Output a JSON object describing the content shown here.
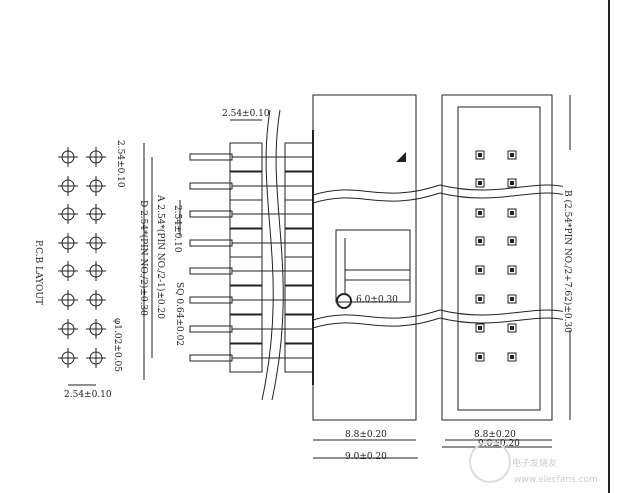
{
  "pcb_layout": {
    "title": "P.C.B LAYOUT",
    "pitch_v": "2.54±0.10",
    "pitch_h": "2.54±0.10",
    "hole_dia": "φ1.02±0.05"
  },
  "side_view": {
    "pitch_top": "2.54±0.10",
    "pitch_mid": "2.54±0.10",
    "dim_a": "A  2.54*(PIN NO./2-1)±0.20",
    "dim_d": "D  2.54*(PIN NO./2)±0.30",
    "pin_sq": "SQ 0.64±0.02"
  },
  "front_view": {
    "slot": "6.0±0.30",
    "width_inner": "8.8±0.20",
    "width_outer": "9.0±0.20"
  },
  "top_view": {
    "dim_b": "B  (2.54*PIN NO./2+7.62)±0.30",
    "width_inner": "8.8±0.20",
    "width_outer": "9.0±0.20"
  },
  "watermark": {
    "cn": "电子发烧友",
    "url": "www.elecfans.com"
  }
}
